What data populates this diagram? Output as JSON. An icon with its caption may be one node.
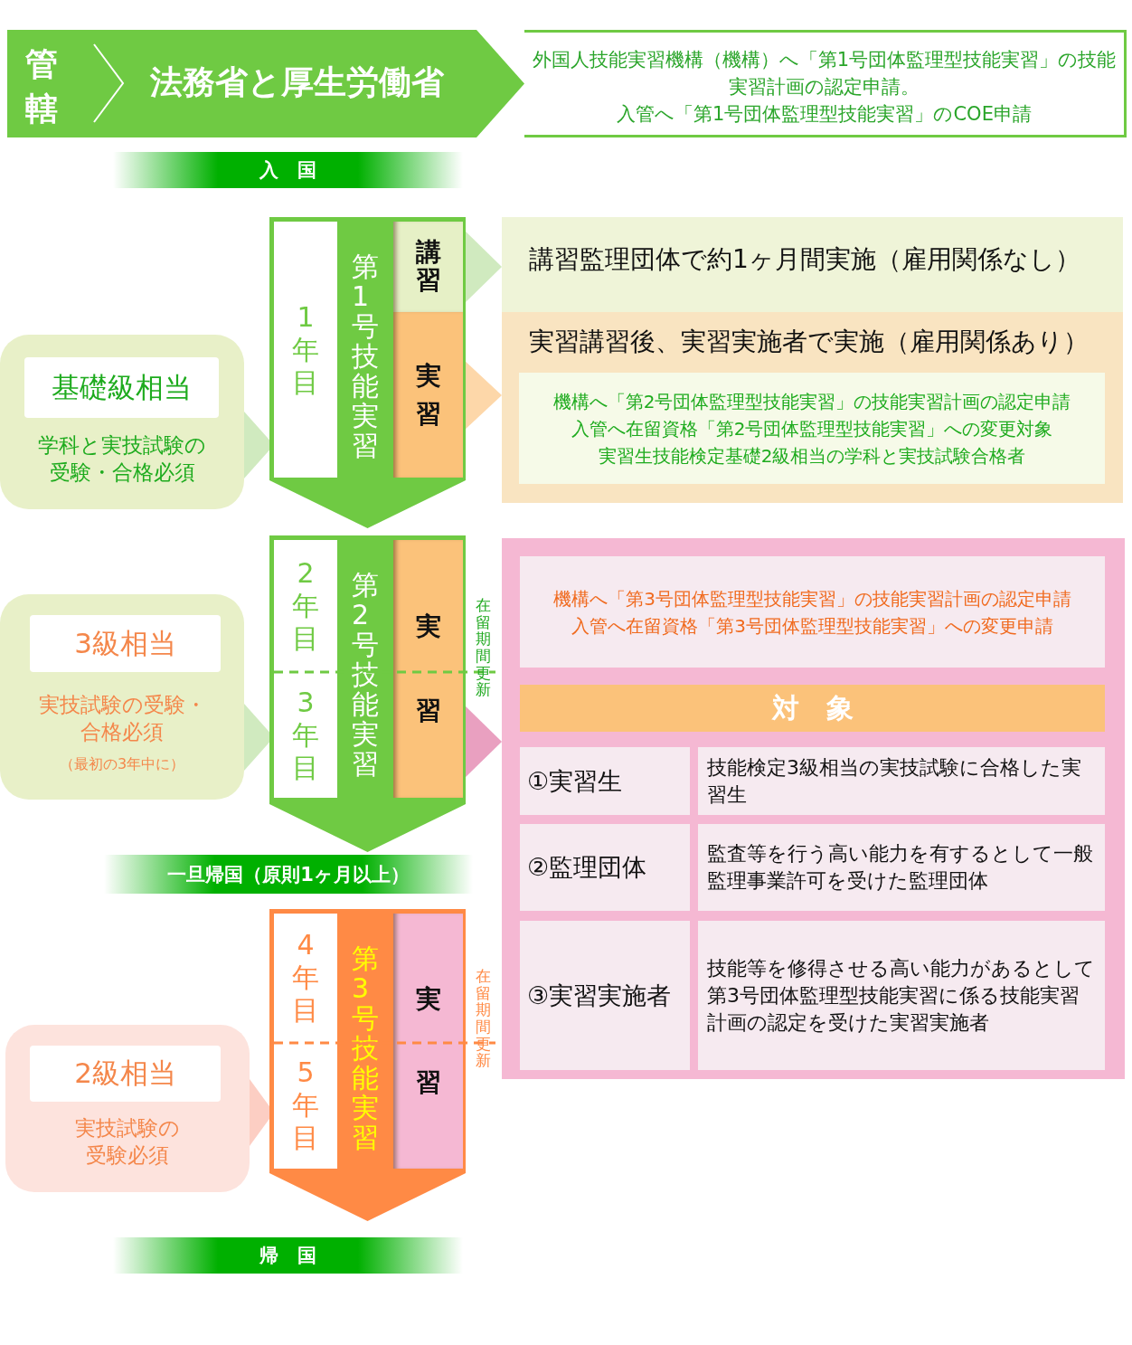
{
  "diagram": {
    "nodes": [
      {
        "text": [
          "管轄",
          "法務省と厚生労働省"
        ]
      },
      {
        "text": [
          "外国人技能実習機構（機構）へ「第1号団体監理型技能実習」の技能実習計画の認定申請。",
          "入管へ「第1号団体監理型技能実習」のCOE申請"
        ]
      },
      {
        "text": [
          "入　国"
        ]
      },
      {
        "text": [
          "第1号技能実習"
        ]
      },
      {
        "text": [
          "1年目"
        ],
        "in": 3
      },
      {
        "text": [
          "講習"
        ],
        "in": 3
      },
      {
        "text": [
          "実習"
        ],
        "in": 3
      },
      {
        "text": [
          "講習監理団体で約1ヶ月間実施（雇用関係なし）"
        ]
      },
      {
        "text": [
          "実習講習後、実習実施者で実施（雇用関係あり）"
        ]
      },
      {
        "text": [
          "機構へ「第2号団体監理型技能実習」の技能実習計画の認定申請",
          "入管へ在留資格「第2号団体監理型技能実習」への変更対象",
          "実習生技能検定基礎2級相当の学科と実技試験合格者"
        ],
        "in": 8
      },
      {
        "text": [
          "学科と実技試験の受験・合格必須"
        ]
      },
      {
        "text": [
          "基礎級相当"
        ],
        "in": 10
      },
      {
        "text": [
          "第2号技能実習"
        ],
        "beside": [
          "在留期間更新"
        ]
      },
      {
        "text": [
          "2年目"
        ],
        "in": 12
      },
      {
        "text": [
          "3年目"
        ],
        "in": 12
      },
      {
        "text": [
          "実習"
        ],
        "in": 12
      },
      {
        "text": [
          "実技試験の受験・合格必須",
          "（最初の3年中に）"
        ]
      },
      {
        "text": [
          "3級相当"
        ],
        "in": 16
      },
      {
        "text": [],
        "shape": "box"
      },
      {
        "text": [
          "機構へ「第3号団体監理型技能実習」の技能実習計画の認定申請",
          "入管へ在留資格「第3号団体監理型技能実習」への変更申請"
        ],
        "in": 18
      },
      {
        "text": [
          "対　象"
        ],
        "in": 18
      },
      {
        "text": [
          "①実習生"
        ],
        "in": 18
      },
      {
        "text": [
          "技能検定3級相当の実技試験に合格した実習生"
        ],
        "in": 18
      },
      {
        "text": [
          "②監理団体"
        ],
        "in": 18
      },
      {
        "text": [
          "監査等を行う高い能力を有するとして一般監理事業許可を受けた監理団体"
        ],
        "in": 18
      },
      {
        "text": [
          "③実習実施者"
        ],
        "in": 18
      },
      {
        "text": [
          "技能等を修得させる高い能力があるとして第3号団体監理型技能実習に係る技能実習計画の認定を受けた実習実施者"
        ],
        "in": 18
      },
      {
        "text": [
          "一旦帰国（原則1ヶ月以上）"
        ]
      },
      {
        "text": [
          "第3号技能実習"
        ],
        "beside": [
          "在留期間更新"
        ]
      },
      {
        "text": [
          "4年目"
        ],
        "in": 28
      },
      {
        "text": [
          "5年目"
        ],
        "in": 28
      },
      {
        "text": [
          "実習"
        ],
        "in": 28
      },
      {
        "text": [
          "実技試験の受験必須"
        ]
      },
      {
        "text": [
          "2級相当"
        ],
        "in": 32
      },
      {
        "text": [
          "帰　国"
        ]
      }
    ],
    "edges": [
      {
        "from": 10,
        "to": 4,
        "arrow": "to"
      },
      {
        "from": 5,
        "to": 7,
        "arrow": "to"
      },
      {
        "from": 6,
        "to": 8,
        "arrow": "to",
        "color": "#fdd09a"
      },
      {
        "from": 16,
        "to": 14,
        "arrow": "to"
      },
      {
        "from": 15,
        "to": 18,
        "arrow": "to",
        "color": "#e58fb5"
      },
      {
        "from": 32,
        "to": 30,
        "arrow": "to",
        "color": "#fcc5b8"
      }
    ]
  }
}
